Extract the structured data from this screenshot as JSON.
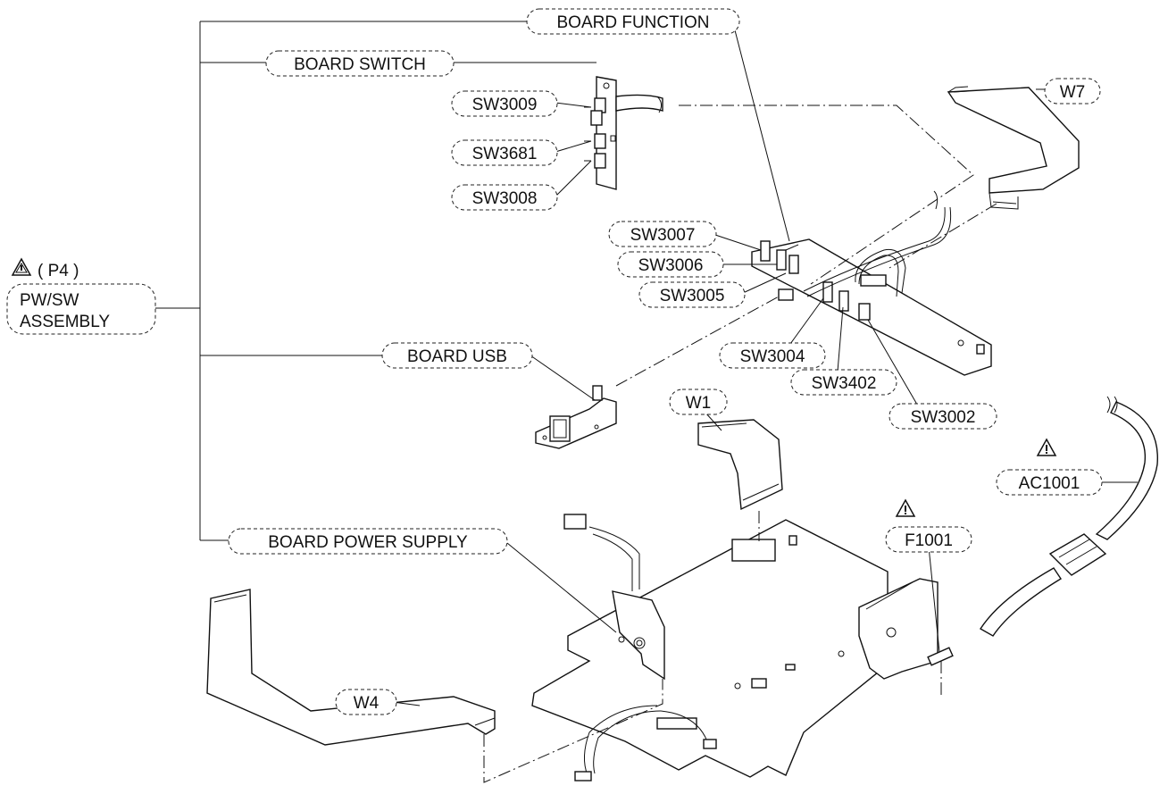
{
  "labels": {
    "board_function": "BOARD FUNCTION",
    "board_switch": "BOARD SWITCH",
    "board_usb": "BOARD USB",
    "board_power_supply": "BOARD POWER SUPPLY",
    "sw3009": "SW3009",
    "sw3681": "SW3681",
    "sw3008": "SW3008",
    "sw3007": "SW3007",
    "sw3006": "SW3006",
    "sw3005": "SW3005",
    "sw3004": "SW3004",
    "sw3402": "SW3402",
    "sw3002": "SW3002",
    "w7": "W7",
    "w1": "W1",
    "w4": "W4",
    "f1001": "F1001",
    "ac1001": "AC1001",
    "p4": "( P4 )",
    "assembly_line1": "PW/SW",
    "assembly_line2": "ASSEMBLY"
  },
  "icons": [
    "warning-triangle-icon"
  ]
}
